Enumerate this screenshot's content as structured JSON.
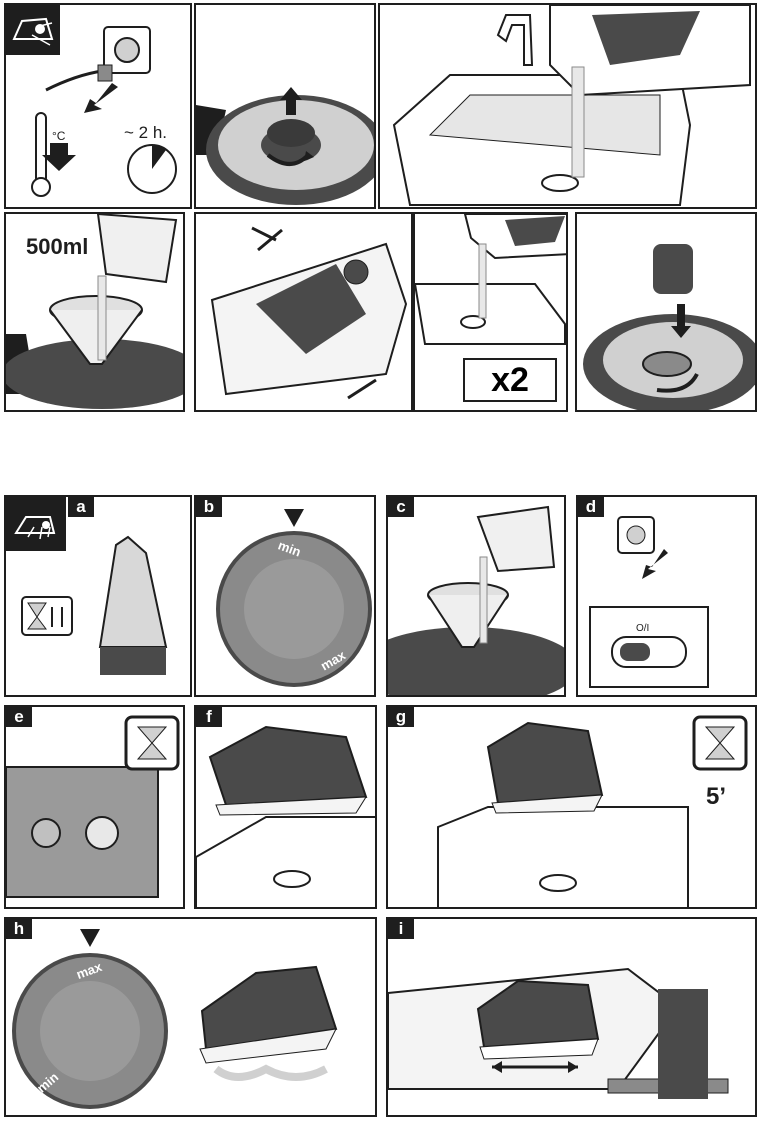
{
  "section1": {
    "temp_unit": "°C",
    "time_label": "~ 2 h.",
    "volume_label": "500ml",
    "repeat_label": "x2"
  },
  "section2": {
    "steps": [
      "a",
      "b",
      "c",
      "d",
      "e",
      "f",
      "g",
      "h",
      "i"
    ],
    "dial_min": "min",
    "dial_max": "max",
    "switch_label": "O/I",
    "wait_label": "5’"
  },
  "colors": {
    "ink": "#1e1e1e",
    "dark_grey": "#4a4a4a",
    "mid_grey": "#8a8a8a",
    "light_grey": "#d0d0d0"
  }
}
